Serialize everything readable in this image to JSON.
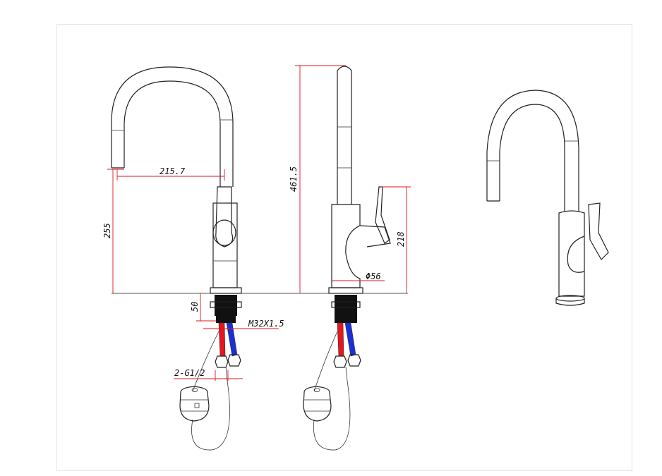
{
  "dimensions": {
    "spout_reach": "215.7",
    "spout_height": "255",
    "total_height": "461.5",
    "handle_height": "218",
    "base_diameter": "Φ56",
    "shank_length": "50",
    "thread": "M32X1.5",
    "inlet": "2-G1/2"
  },
  "colors": {
    "dimension": "#e0141e",
    "hot_hose": "#e8141e",
    "cold_hose": "#1a2fd8",
    "line": "#222222"
  }
}
